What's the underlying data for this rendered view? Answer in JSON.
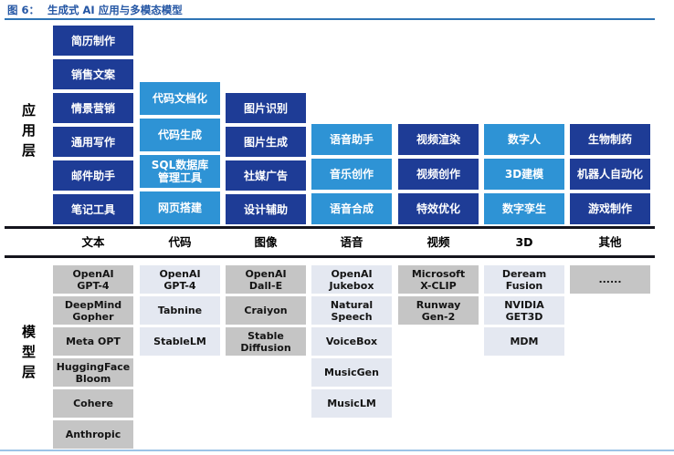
{
  "title": {
    "figure_label": "图 6：",
    "text": "生成式 AI 应用与多模态模型"
  },
  "colors": {
    "dark": "#1E3C96",
    "light": "#2E93D5",
    "gray": "#C5C5C5",
    "lightgray": "#E4E8F1",
    "title_blue": "#2456A4",
    "title_rule": "#2E74B5",
    "divider_dark": "#14141c",
    "bottom_rule": "#9DC3E6"
  },
  "chart_data": {
    "type": "table",
    "title": "图 6：生成式 AI 应用与多模态模型",
    "layers": [
      "应用层",
      "模型层"
    ],
    "categories": [
      "文本",
      "代码",
      "图像",
      "语音",
      "视频",
      "3D",
      "其他"
    ],
    "applications": {
      "文本": [
        "简历制作",
        "销售文案",
        "情景营销",
        "通用写作",
        "邮件助手",
        "笔记工具"
      ],
      "代码": [
        "代码文档化",
        "代码生成",
        "SQL数据库管理工具",
        "网页搭建"
      ],
      "图像": [
        "图片识别",
        "图片生成",
        "社媒广告",
        "设计辅助"
      ],
      "语音": [
        "语音助手",
        "音乐创作",
        "语音合成"
      ],
      "视频": [
        "视频渲染",
        "视频创作",
        "特效优化"
      ],
      "3D": [
        "数字人",
        "3D建模",
        "数字孪生"
      ],
      "其他": [
        "生物制药",
        "机器人自动化",
        "游戏制作"
      ]
    },
    "models": {
      "文本": [
        "OpenAI GPT-4",
        "DeepMind Gopher",
        "Meta OPT",
        "HuggingFace Bloom",
        "Cohere",
        "Anthropic"
      ],
      "代码": [
        "OpenAI GPT-4",
        "Tabnine",
        "StableLM"
      ],
      "图像": [
        "OpenAI Dall-E",
        "Craiyon",
        "Stable Diffusion"
      ],
      "语音": [
        "OpenAI Jukebox",
        "Natural Speech",
        "VoiceBox",
        "MusicGen",
        "MusicLM"
      ],
      "视频": [
        "Microsoft X-CLIP",
        "Runway Gen-2"
      ],
      "3D": [
        "Deream Fusion",
        "NVIDIA GET3D",
        "MDM"
      ],
      "其他": [
        "......"
      ]
    }
  },
  "app_layer": {
    "label": "应用层",
    "columns": [
      {
        "category": "文本",
        "tone": "dark",
        "items": [
          "简历制作",
          "销售文案",
          "情景营销",
          "通用写作",
          "邮件助手",
          "笔记工具"
        ]
      },
      {
        "category": "代码",
        "tone": "light",
        "items": [
          "代码文档化",
          "代码生成",
          "SQL数据库\n管理工具",
          "网页搭建"
        ]
      },
      {
        "category": "图像",
        "tone": "dark",
        "items": [
          "图片识别",
          "图片生成",
          "社媒广告",
          "设计辅助"
        ]
      },
      {
        "category": "语音",
        "tone": "light",
        "items": [
          "语音助手",
          "音乐创作",
          "语音合成"
        ]
      },
      {
        "category": "视频",
        "tone": "dark",
        "items": [
          "视频渲染",
          "视频创作",
          "特效优化"
        ]
      },
      {
        "category": "3D",
        "tone": "light",
        "items": [
          "数字人",
          "3D建模",
          "数字孪生"
        ]
      },
      {
        "category": "其他",
        "tone": "dark",
        "items": [
          "生物制药",
          "机器人自动化",
          "游戏制作"
        ]
      }
    ]
  },
  "model_layer": {
    "label": "模型层",
    "columns": [
      {
        "tone": "gray",
        "items": [
          "OpenAI\nGPT-4",
          "DeepMind\nGopher",
          "Meta OPT",
          "HuggingFace\nBloom",
          "Cohere",
          "Anthropic"
        ]
      },
      {
        "tone": "lightgray",
        "items": [
          "OpenAI\nGPT-4",
          "Tabnine",
          "StableLM"
        ]
      },
      {
        "tone": "gray",
        "items": [
          "OpenAI\nDall-E",
          "Craiyon",
          "Stable\nDiffusion"
        ]
      },
      {
        "tone": "lightgray",
        "items": [
          "OpenAI\nJukebox",
          "Natural\nSpeech",
          "VoiceBox",
          "MusicGen",
          "MusicLM"
        ]
      },
      {
        "tone": "gray",
        "items": [
          "Microsoft\nX-CLIP",
          "Runway\nGen-2"
        ]
      },
      {
        "tone": "lightgray",
        "items": [
          "Deream\nFusion",
          "NVIDIA\nGET3D",
          "MDM"
        ]
      },
      {
        "tone": "gray",
        "items": [
          "......"
        ]
      }
    ]
  }
}
